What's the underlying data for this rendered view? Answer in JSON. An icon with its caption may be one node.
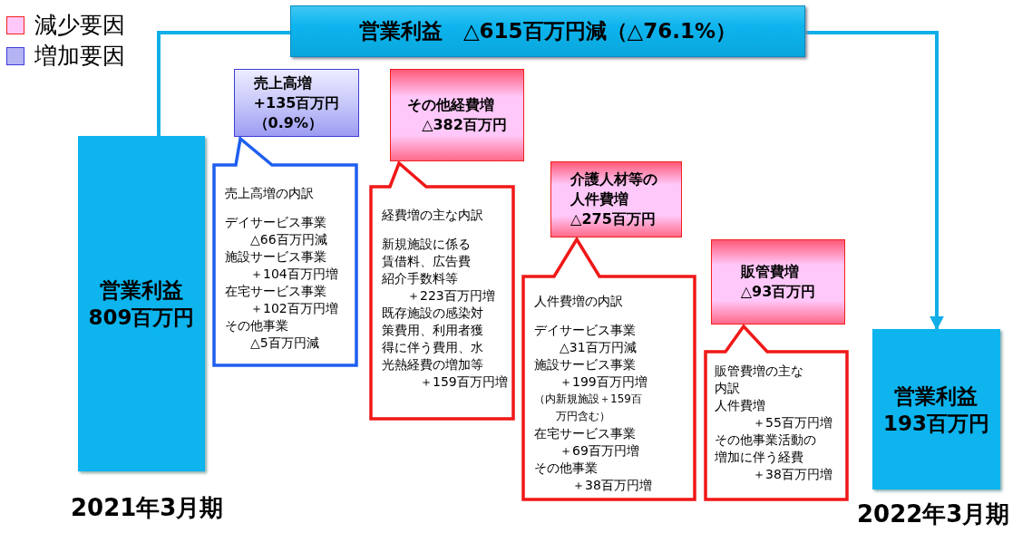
{
  "diagram": {
    "nodes": [
      {
        "text": [
          "営業利益　△615百万円減（△76.1%）"
        ]
      },
      {
        "text": [
          "営業利益",
          "809百万円"
        ],
        "beside": [
          "2021年3月期"
        ]
      },
      {
        "text": [
          "営業利益",
          "193百万円"
        ],
        "beside": [
          "2022年3月期"
        ]
      },
      {
        "text": [
          "売上高増",
          "+135百万円",
          "（0.9%）"
        ]
      },
      {
        "text": [
          "売上高増の内訳",
          "デイサービス事業",
          "△66百万円減",
          "施設サービス事業",
          "＋104百万円増",
          "在宅サービス事業",
          "＋102百万円増",
          "その他事業",
          "△5百万円減"
        ]
      },
      {
        "text": [
          "その他経費増",
          "△382百万円"
        ]
      },
      {
        "text": [
          "経費増の主な内訳",
          "新規施設に係る賃借料、広告費紹介手数料等",
          "＋223百万円増",
          "既存施設の感染対策費用、利用者獲得に伴う費用、水光熱経費の増加等",
          "＋159百万円増"
        ]
      },
      {
        "text": [
          "介護人材等の人件費増",
          "△275百万円"
        ]
      },
      {
        "text": [
          "人件費増の内訳",
          "デイサービス事業",
          "△31百万円減",
          "施設サービス事業",
          "＋199百万円増",
          "（内新規施設＋159百万円含む）",
          "在宅サービス事業",
          "＋69百万円増",
          "その他事業",
          "＋38百万円増"
        ]
      },
      {
        "text": [
          "販管費増",
          "△93百万円"
        ]
      },
      {
        "text": [
          "販管費増の主な内訳",
          "人件費増",
          "＋55百万円増",
          "その他事業活動の増加に伴う経費",
          "＋38百万円増"
        ]
      }
    ],
    "edges": [
      {
        "from": 1,
        "to": 0,
        "arrow": "none"
      },
      {
        "from": 0,
        "to": 2,
        "arrow": "to"
      }
    ],
    "legend": [
      {
        "text": "減少要因",
        "color": "#ffc8fa"
      },
      {
        "text": "増加要因",
        "color": "#b4b4f4"
      }
    ]
  }
}
